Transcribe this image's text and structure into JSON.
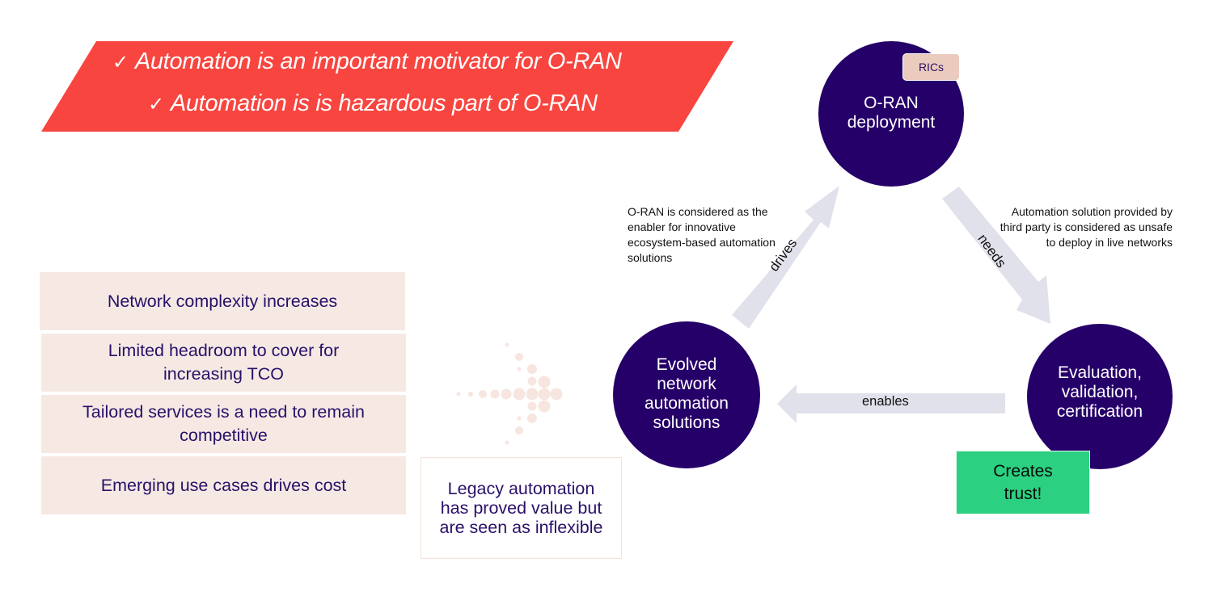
{
  "banner": {
    "color": "#f8453f",
    "lines": [
      {
        "check": "✓",
        "text": "Automation is an important motivator for O-RAN"
      },
      {
        "check": "✓",
        "text": "Automation is is hazardous part of O-RAN"
      }
    ]
  },
  "drivers": {
    "items": [
      "Network complexity increases",
      "Limited headroom to cover for increasing TCO",
      "Tailored services is a need to remain competitive",
      "Emerging use cases drives cost"
    ]
  },
  "legacy": {
    "text": "Legacy automation has proved value but are seen as inflexible"
  },
  "cycle": {
    "nodes": {
      "top": {
        "label_line1": "O-RAN",
        "label_line2": "deployment",
        "badge": "RICs"
      },
      "left": {
        "label_line1": "Evolved",
        "label_line2": "network",
        "label_line3": "automation",
        "label_line4": "solutions"
      },
      "right": {
        "label_line1": "Evaluation,",
        "label_line2": "validation,",
        "label_line3": "certification"
      }
    },
    "arrows": {
      "drives": "drives",
      "needs": "needs",
      "enables": "enables"
    },
    "notes": {
      "left": "O-RAN is considered as the enabler for innovative ecosystem-based automation solutions",
      "right": "Automation solution provided by third party is considered as unsafe to deploy in live networks"
    },
    "trust": {
      "line1": "Creates",
      "line2": "trust!"
    }
  },
  "colors": {
    "circle": "#260069",
    "arrow": "#e1e1ec",
    "list_bg": "#f6e9e4",
    "text_purple": "#2a1068",
    "trust_green": "#2bd180",
    "badge_bg": "#ebcbbd",
    "dots": "#f6e6df"
  }
}
